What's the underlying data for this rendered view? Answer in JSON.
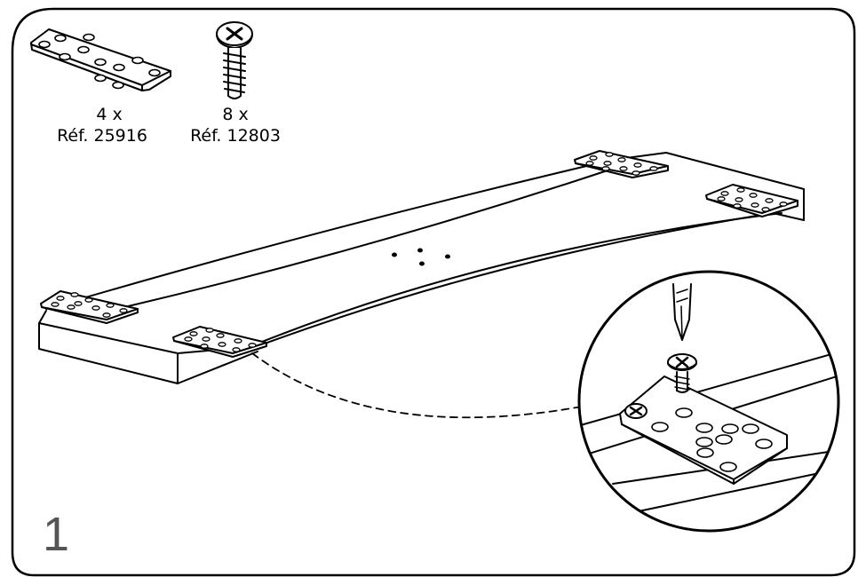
{
  "step_number": "1",
  "parts": [
    {
      "name": "plate",
      "icon": "mounting-plate-icon",
      "qty": "4 x",
      "ref": "Réf. 25916"
    },
    {
      "name": "screw",
      "icon": "screw-icon",
      "qty": "8 x",
      "ref": "Réf. 12803"
    }
  ],
  "colors": {
    "line": "#000000",
    "background": "#ffffff",
    "step_number": "#555555"
  }
}
